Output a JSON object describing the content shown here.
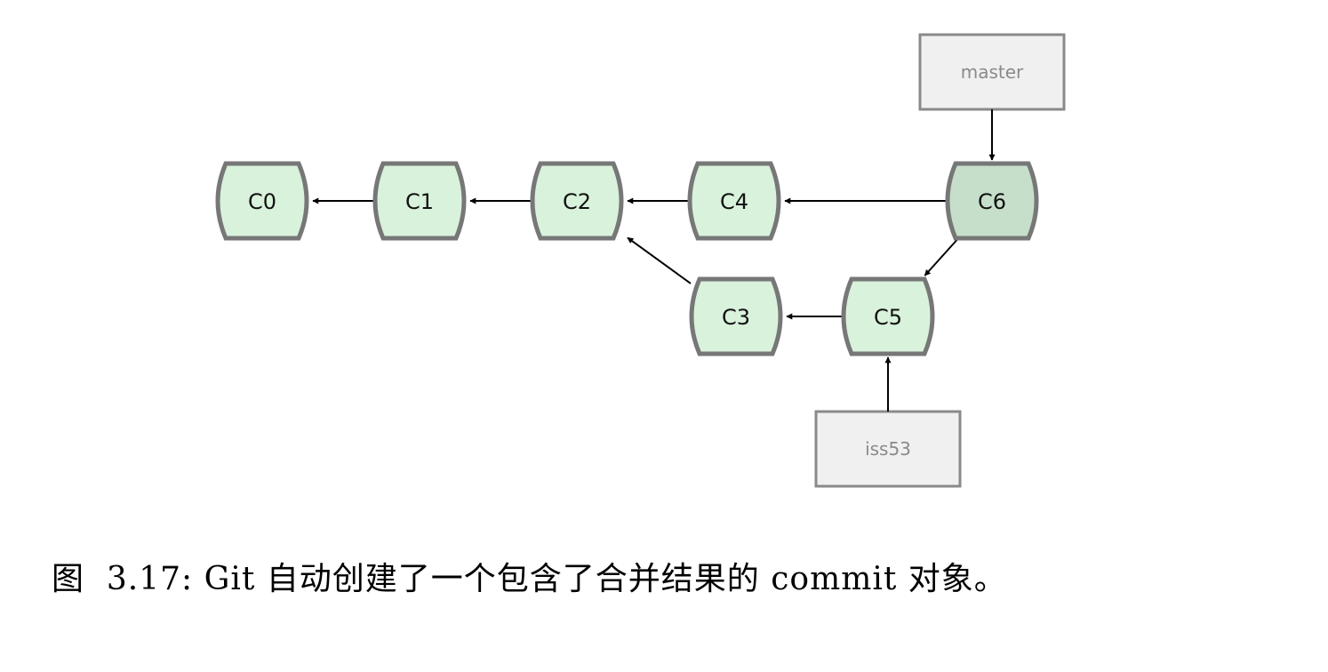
{
  "colors": {
    "commit_fill": "#d9f2dc",
    "commit_merge_fill": "#c6dfcb",
    "commit_stroke": "#777777",
    "ref_fill": "#f0f0f0",
    "ref_stroke": "#8a8a8a",
    "arrow": "#000000"
  },
  "commits": [
    {
      "id": "C0",
      "merge": false
    },
    {
      "id": "C1",
      "merge": false
    },
    {
      "id": "C2",
      "merge": false
    },
    {
      "id": "C4",
      "merge": false
    },
    {
      "id": "C6",
      "merge": true
    },
    {
      "id": "C3",
      "merge": false
    },
    {
      "id": "C5",
      "merge": false
    }
  ],
  "edges": [
    {
      "from": "C1",
      "to": "C0"
    },
    {
      "from": "C2",
      "to": "C1"
    },
    {
      "from": "C4",
      "to": "C2"
    },
    {
      "from": "C6",
      "to": "C4"
    },
    {
      "from": "C6",
      "to": "C5"
    },
    {
      "from": "C5",
      "to": "C3"
    },
    {
      "from": "C3",
      "to": "C2"
    }
  ],
  "refs": [
    {
      "name": "master",
      "target": "C6"
    },
    {
      "name": "iss53",
      "target": "C5"
    }
  ],
  "caption": "图  3.17: Git 自动创建了一个包含了合并结果的 commit 对象。"
}
